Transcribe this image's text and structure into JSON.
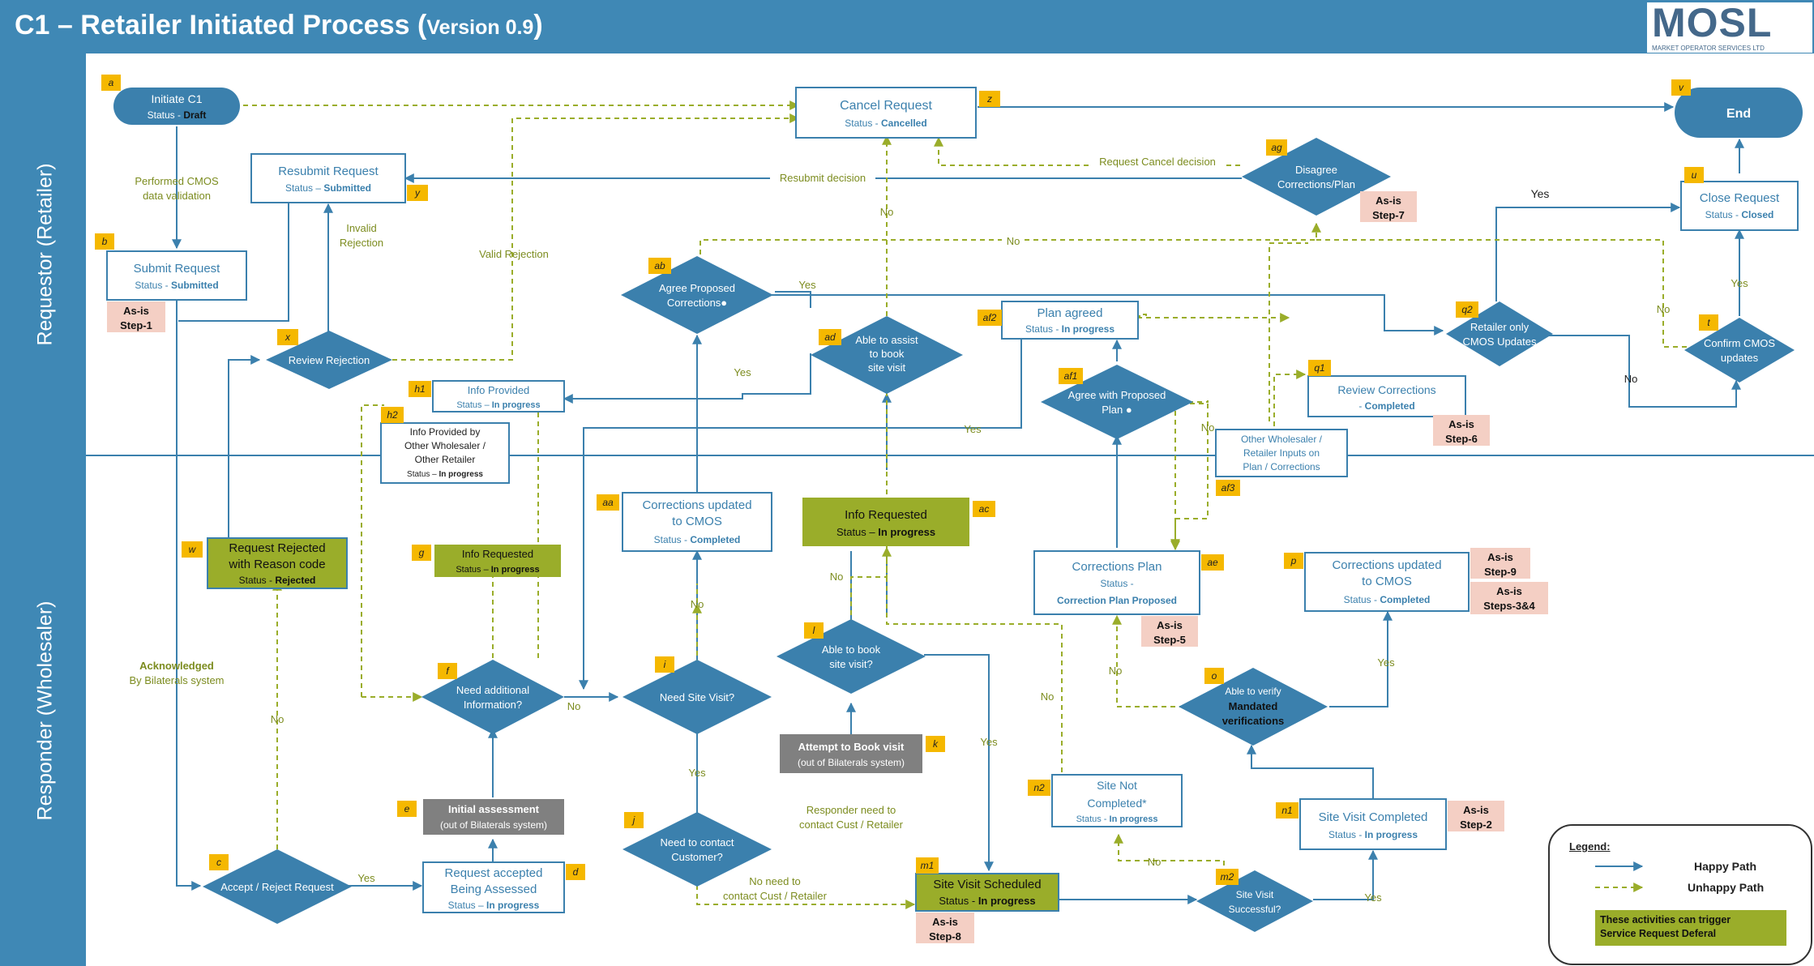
{
  "header": {
    "title": "C1 – Retailer Initiated Process (",
    "version": "Version 0.9",
    "close_paren": ")"
  },
  "logo": {
    "text": "MOSL",
    "subtitle": "MARKET OPERATOR SERVICES LTD"
  },
  "lanes": {
    "requestor": "Requestor (Retailer)",
    "responder": "Responder (Wholesaler)"
  },
  "colors": {
    "primary": "#3f88b5",
    "shape": "#3b80ad",
    "olive": "#9aad2a",
    "tag": "#f5b800",
    "asis": "#f4cfc4",
    "grey": "#808080"
  },
  "nodes": {
    "a": {
      "tag": "a",
      "title": "Initiate C1",
      "status_pre": "Status - ",
      "status": "Draft"
    },
    "b": {
      "tag": "b",
      "title": "Submit Request",
      "status_pre": "Status - ",
      "status": "Submitted"
    },
    "c": {
      "tag": "c",
      "title": "Accept / Reject Request"
    },
    "d": {
      "tag": "d",
      "title1": "Request accepted",
      "title2": "Being Assessed",
      "status_pre": "Status – ",
      "status": "In progress"
    },
    "e": {
      "tag": "e",
      "title": "Initial assessment",
      "sub": "(out of Bilaterals system)"
    },
    "f": {
      "tag": "f",
      "line1": "Need additional",
      "line2": "Information?"
    },
    "g": {
      "tag": "g",
      "title": "Info Requested",
      "status_pre": "Status – ",
      "status": "In progress"
    },
    "h1": {
      "tag": "h1",
      "title": "Info Provided",
      "status_pre": "Status – ",
      "status": "In progress"
    },
    "h2": {
      "tag": "h2",
      "line1": "Info Provided by",
      "line2": "Other Wholesaler /",
      "line3": "Other Retailer",
      "status_pre": "Status – ",
      "status": "In progress"
    },
    "i": {
      "tag": "i",
      "title": "Need Site Visit?"
    },
    "j": {
      "tag": "j",
      "line1": "Need to contact",
      "line2": "Customer?"
    },
    "k": {
      "tag": "k",
      "title": "Attempt to Book visit",
      "sub": "(out of Bilaterals system)"
    },
    "l": {
      "tag": "l",
      "line1": "Able to book",
      "line2": "site visit?"
    },
    "m1": {
      "tag": "m1",
      "title": "Site Visit Scheduled",
      "status_pre": "Status - ",
      "status": "In progress"
    },
    "m2": {
      "tag": "m2",
      "line1": "Site Visit",
      "line2": "Successful?"
    },
    "n1": {
      "tag": "n1",
      "title": "Site Visit Completed",
      "status_pre": "Status - ",
      "status": "In progress"
    },
    "n2": {
      "tag": "n2",
      "line1": "Site Not",
      "line2": "Completed*",
      "status_pre": "Status - ",
      "status": "In progress"
    },
    "o": {
      "tag": "o",
      "line1": "Able to verify",
      "line2": "Mandated",
      "line3": "verifications"
    },
    "p": {
      "tag": "p",
      "line1": "Corrections updated",
      "line2": "to CMOS",
      "status_pre": "Status - ",
      "status": "Completed"
    },
    "q1": {
      "tag": "q1",
      "title": "Review Corrections",
      "status_pre": "- ",
      "status": "Completed"
    },
    "q2": {
      "tag": "q2",
      "line1": "Retailer only",
      "line2": "CMOS Updates"
    },
    "t": {
      "tag": "t",
      "line1": "Confirm CMOS",
      "line2": "updates"
    },
    "u": {
      "tag": "u",
      "title": "Close Request",
      "status_pre": "Status - ",
      "status": "Closed"
    },
    "v": {
      "tag": "v",
      "title": "End"
    },
    "w": {
      "tag": "w",
      "line1": "Request Rejected",
      "line2": "with Reason code",
      "status_pre": "Status - ",
      "status": "Rejected"
    },
    "x": {
      "tag": "x",
      "title": "Review Rejection"
    },
    "y": {
      "tag": "y",
      "title": "Resubmit Request",
      "status_pre": "Status – ",
      "status": "Submitted"
    },
    "z": {
      "tag": "z",
      "title": "Cancel Request",
      "status_pre": "Status - ",
      "status": "Cancelled"
    },
    "aa": {
      "tag": "aa",
      "line1": "Corrections  updated",
      "line2": "to CMOS",
      "status_pre": "Status - ",
      "status": "Completed"
    },
    "ab": {
      "tag": "ab",
      "line1": "Agree Proposed",
      "line2": "Corrections●"
    },
    "ac": {
      "tag": "ac",
      "title": "Info Requested",
      "status_pre": "Status – ",
      "status": "In progress"
    },
    "ad": {
      "tag": "ad",
      "line1": "Able to assist",
      "line2": "to book",
      "line3": "site visit"
    },
    "ae": {
      "tag": "ae",
      "title": "Corrections Plan",
      "status_pre": "Status -",
      "status": "Correction Plan Proposed"
    },
    "af1": {
      "tag": "af1",
      "line1": "Agree with Proposed",
      "line2": "Plan ●"
    },
    "af2": {
      "tag": "af2",
      "title": "Plan agreed",
      "status_pre": "Status - ",
      "status": "In progress"
    },
    "af3": {
      "tag": "af3",
      "line1": "Other Wholesaler /",
      "line2": "Retailer Inputs on",
      "line3": "Plan / Corrections"
    },
    "ag": {
      "tag": "ag",
      "line1": "Disagree",
      "line2": "Corrections/Plan"
    }
  },
  "asis": {
    "step1": {
      "line1": "As-is",
      "line2": "Step-1"
    },
    "step2": {
      "line1": "As-is",
      "line2": "Step-2"
    },
    "step5": {
      "line1": "As-is",
      "line2": "Step-5"
    },
    "step6": {
      "line1": "As-is",
      "line2": "Step-6"
    },
    "step7": {
      "line1": "As-is",
      "line2": "Step-7"
    },
    "step8": {
      "line1": "As-is",
      "line2": "Step-8"
    },
    "step9": {
      "line1": "As-is",
      "line2": "Step-9"
    },
    "step34": {
      "line1": "As-is",
      "line2": "Steps-3&4"
    }
  },
  "edge_labels": {
    "performed_cmos": {
      "line1": "Performed CMOS",
      "line2": "data validation"
    },
    "acknowledged": {
      "line1": "Acknowledged",
      "line2": "By Bilaterals system"
    },
    "invalid_rejection": {
      "line1": "Invalid",
      "line2": "Rejection"
    },
    "valid_rejection": "Valid Rejection",
    "resubmit_decision": "Resubmit decision",
    "request_cancel": "Request Cancel decision",
    "responder_need": {
      "line1": "Responder need to",
      "line2": "contact Cust / Retailer"
    },
    "no_need": {
      "line1": "No need to",
      "line2": "contact Cust / Retailer"
    },
    "yes": "Yes",
    "no": "No"
  },
  "legend": {
    "title": "Legend:",
    "happy": "Happy Path",
    "unhappy": "Unhappy Path",
    "olive_line1": "These activities can trigger",
    "olive_line2": "Service Request Deferal"
  }
}
